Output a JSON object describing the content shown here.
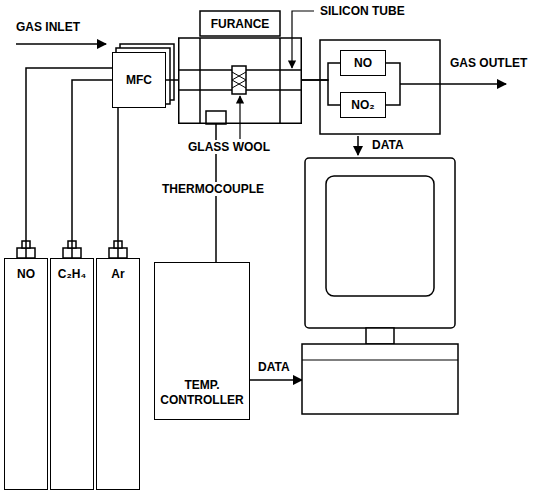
{
  "diagram": {
    "nodes": [
      {
        "text": [
          "NO"
        ]
      },
      {
        "text": [
          "C₂H₄"
        ]
      },
      {
        "text": [
          "Ar"
        ]
      },
      {
        "text": [
          "MFC"
        ]
      },
      {
        "text": [
          "FURANCE"
        ]
      },
      {
        "text": [
          "NO"
        ]
      },
      {
        "text": [
          "NO₂"
        ]
      },
      {
        "text": [
          "TEMP. CONTROLLER"
        ]
      }
    ],
    "edges": [
      {
        "from": 0,
        "to": 3,
        "arrow": "none"
      },
      {
        "from": 1,
        "to": 3,
        "arrow": "none"
      },
      {
        "from": 2,
        "to": 3,
        "arrow": "none"
      },
      {
        "from": 3,
        "to": 4,
        "arrow": "none"
      },
      {
        "from": 4,
        "to": 5,
        "arrow": "none"
      },
      {
        "from": 4,
        "to": 6,
        "arrow": "none"
      },
      {
        "from": 7,
        "to": 4,
        "arrow": "none"
      }
    ],
    "labels": [
      "GAS INLET",
      "SILICON TUBE",
      "GLASS WOOL",
      "THERMOCOUPLE",
      "GAS OUTLET",
      "DATA",
      "DATA"
    ]
  }
}
